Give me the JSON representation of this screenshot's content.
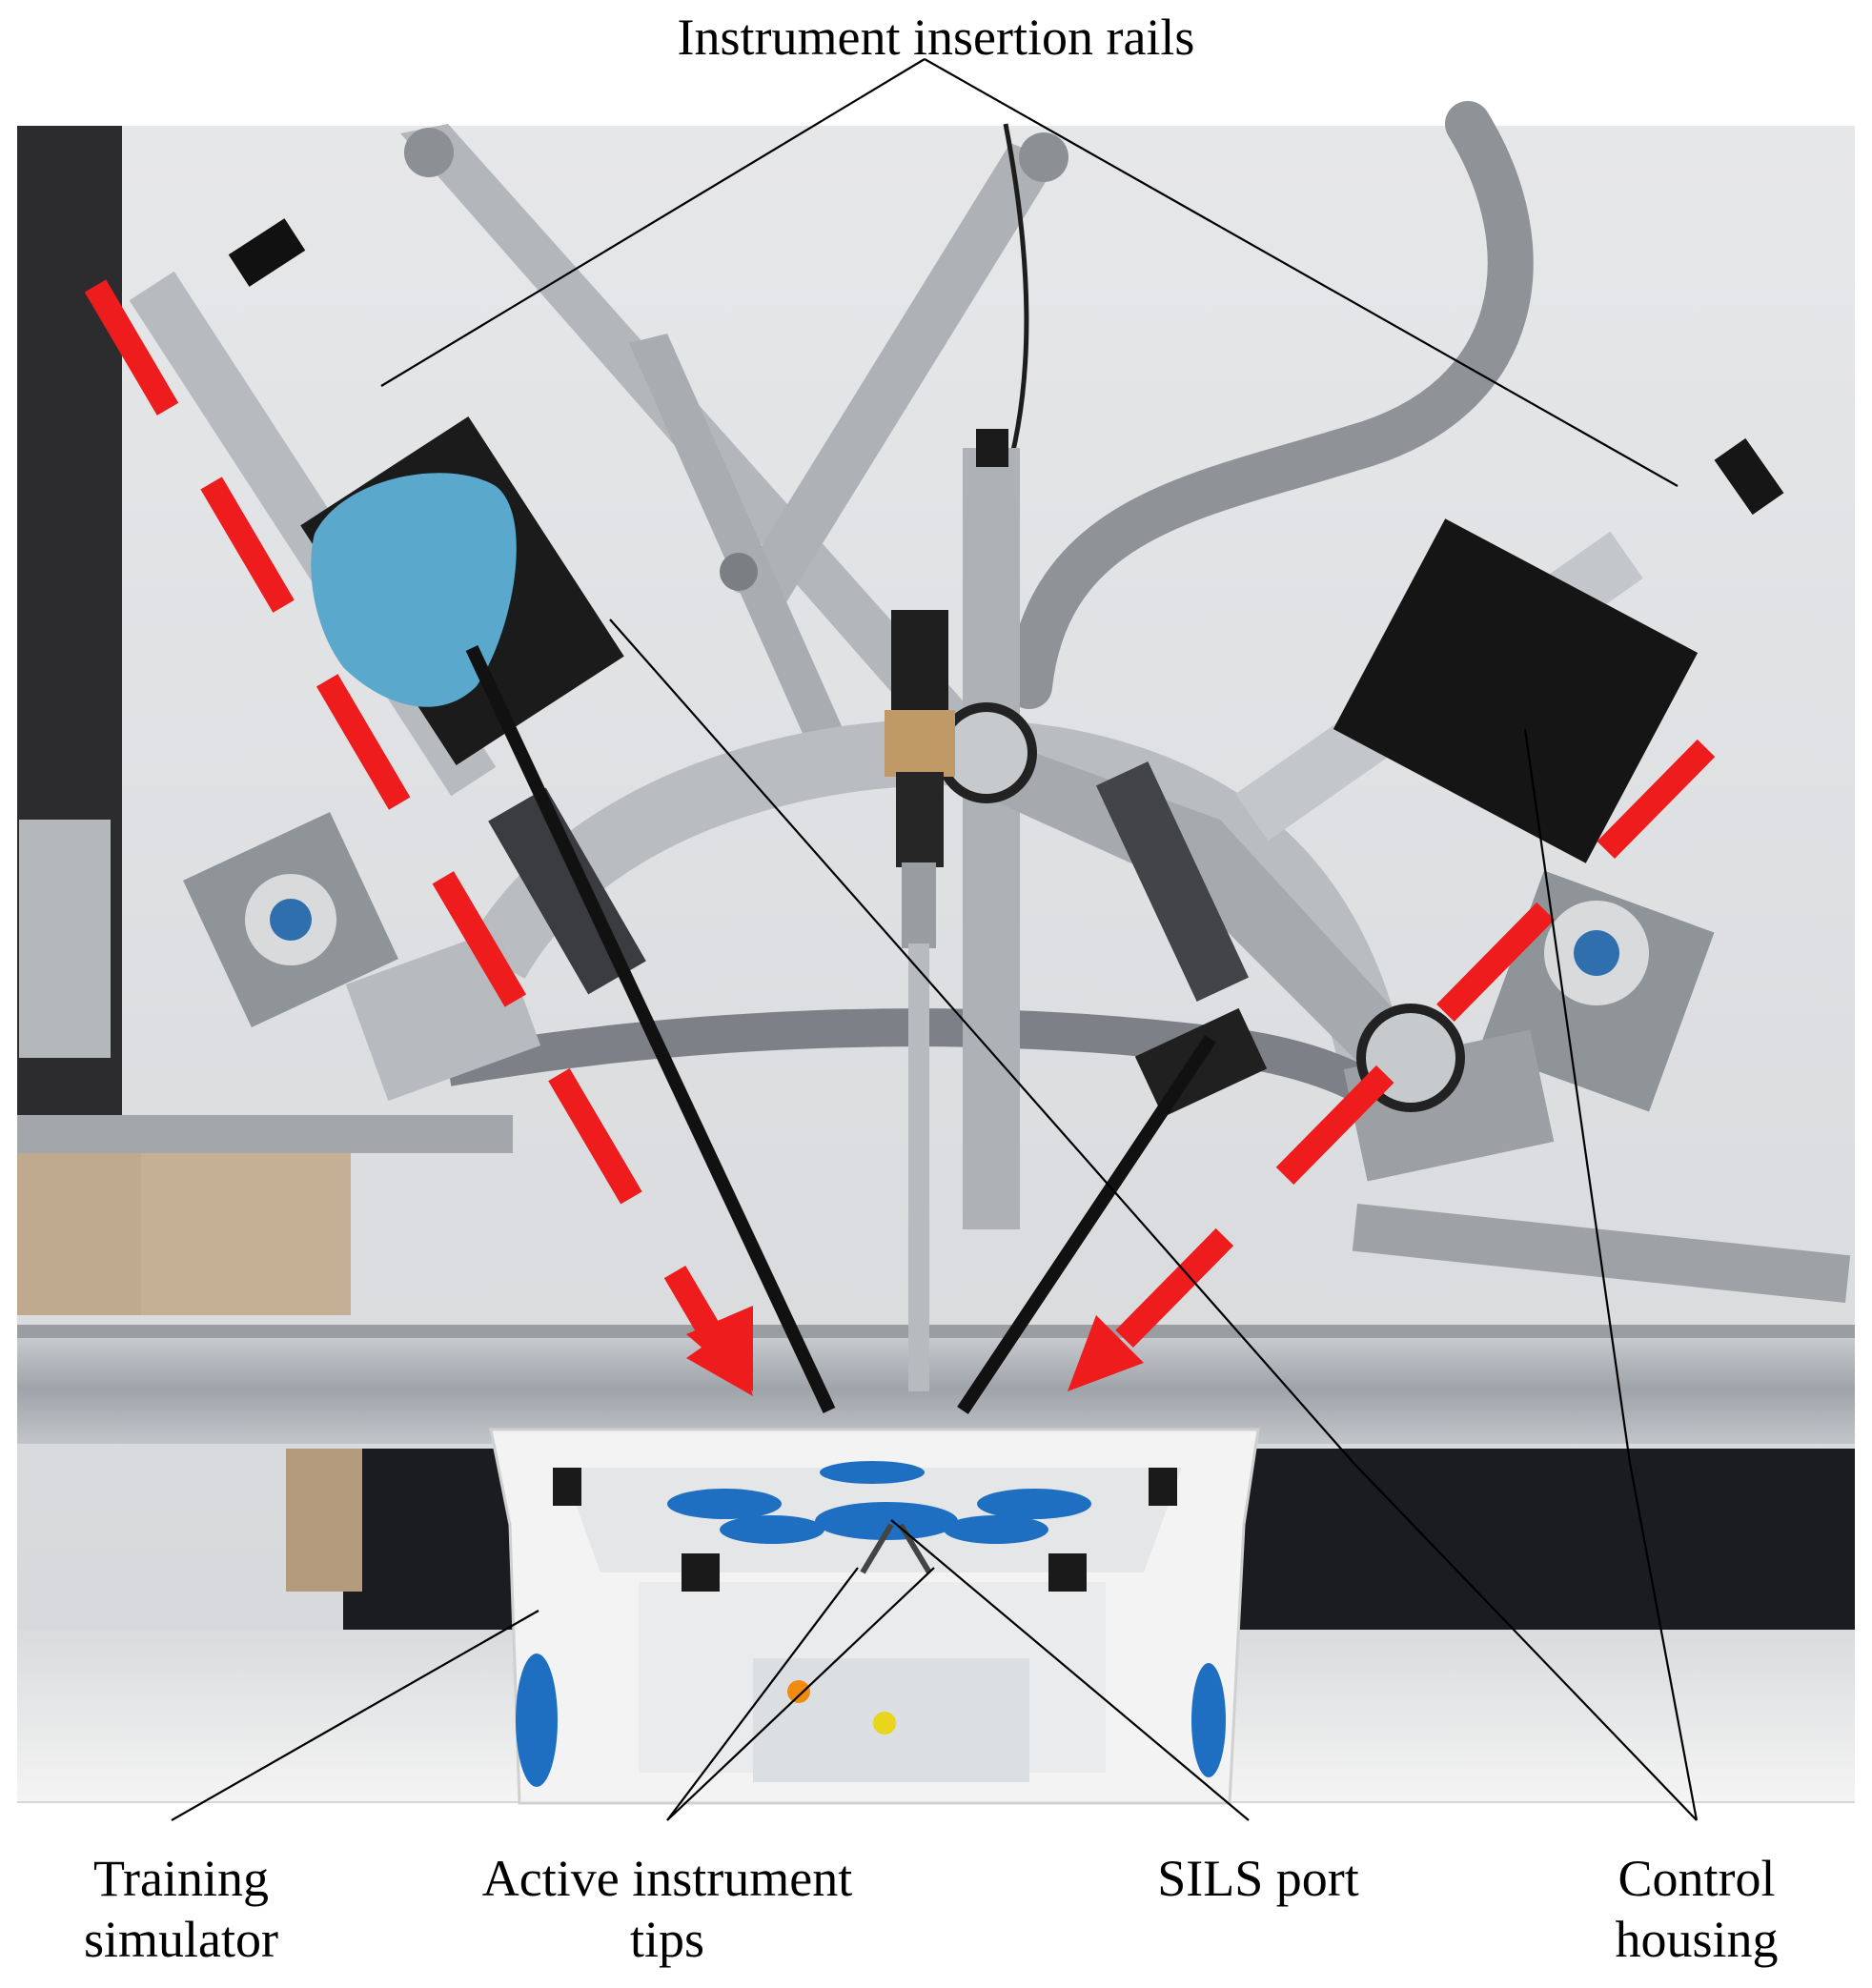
{
  "labels": {
    "top": "Instrument insertion rails",
    "training_1": "Training",
    "training_2": "simulator",
    "tips_1": "Active instrument",
    "tips_2": "tips",
    "sils": "SILS port",
    "control_1": "Control",
    "control_2": "housing"
  },
  "colors": {
    "arrow": "#ee1c1c",
    "wall": "#dfe1e3",
    "aluminium": "#b8bcc0",
    "housing_dark": "#151515",
    "housing_blue": "#5aa8cc",
    "port_blue": "#1e6fc2",
    "bench": "#f2f2f2"
  }
}
